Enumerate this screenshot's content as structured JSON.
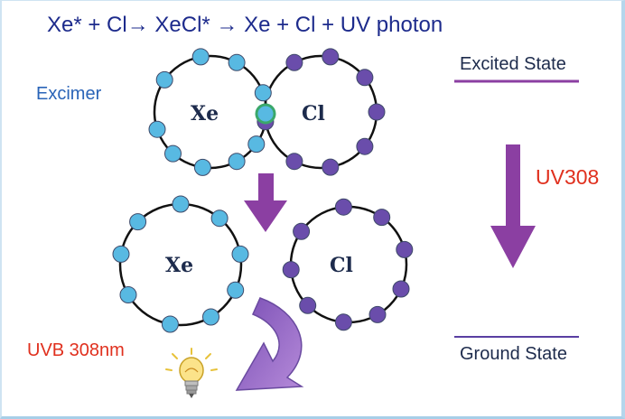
{
  "title": "Xe* + Cl→  XeCl* →  Xe + Cl + UV photon",
  "excimer_label": "Excimer",
  "excited_state_label": "Excited State",
  "ground_state_label": "Ground State",
  "transition_label": "UV308",
  "emission_label": "UVB 308nm",
  "atoms": {
    "xe_top": "Xe",
    "cl_top": "Cl",
    "xe_bottom": "Xe",
    "cl_bottom": "Cl"
  },
  "colors": {
    "xe_electron": "#58b9e2",
    "cl_electron": "#6a4dab",
    "shared_electron": "#3aa86a",
    "arrow": "#8b3fa2",
    "curved_arrow": "#9b6fc6",
    "state_line": "#8b3fa2",
    "red_text": "#e0301e",
    "equation_text": "#1d2b8c"
  },
  "icons": {
    "bulb": "lightbulb-icon"
  }
}
